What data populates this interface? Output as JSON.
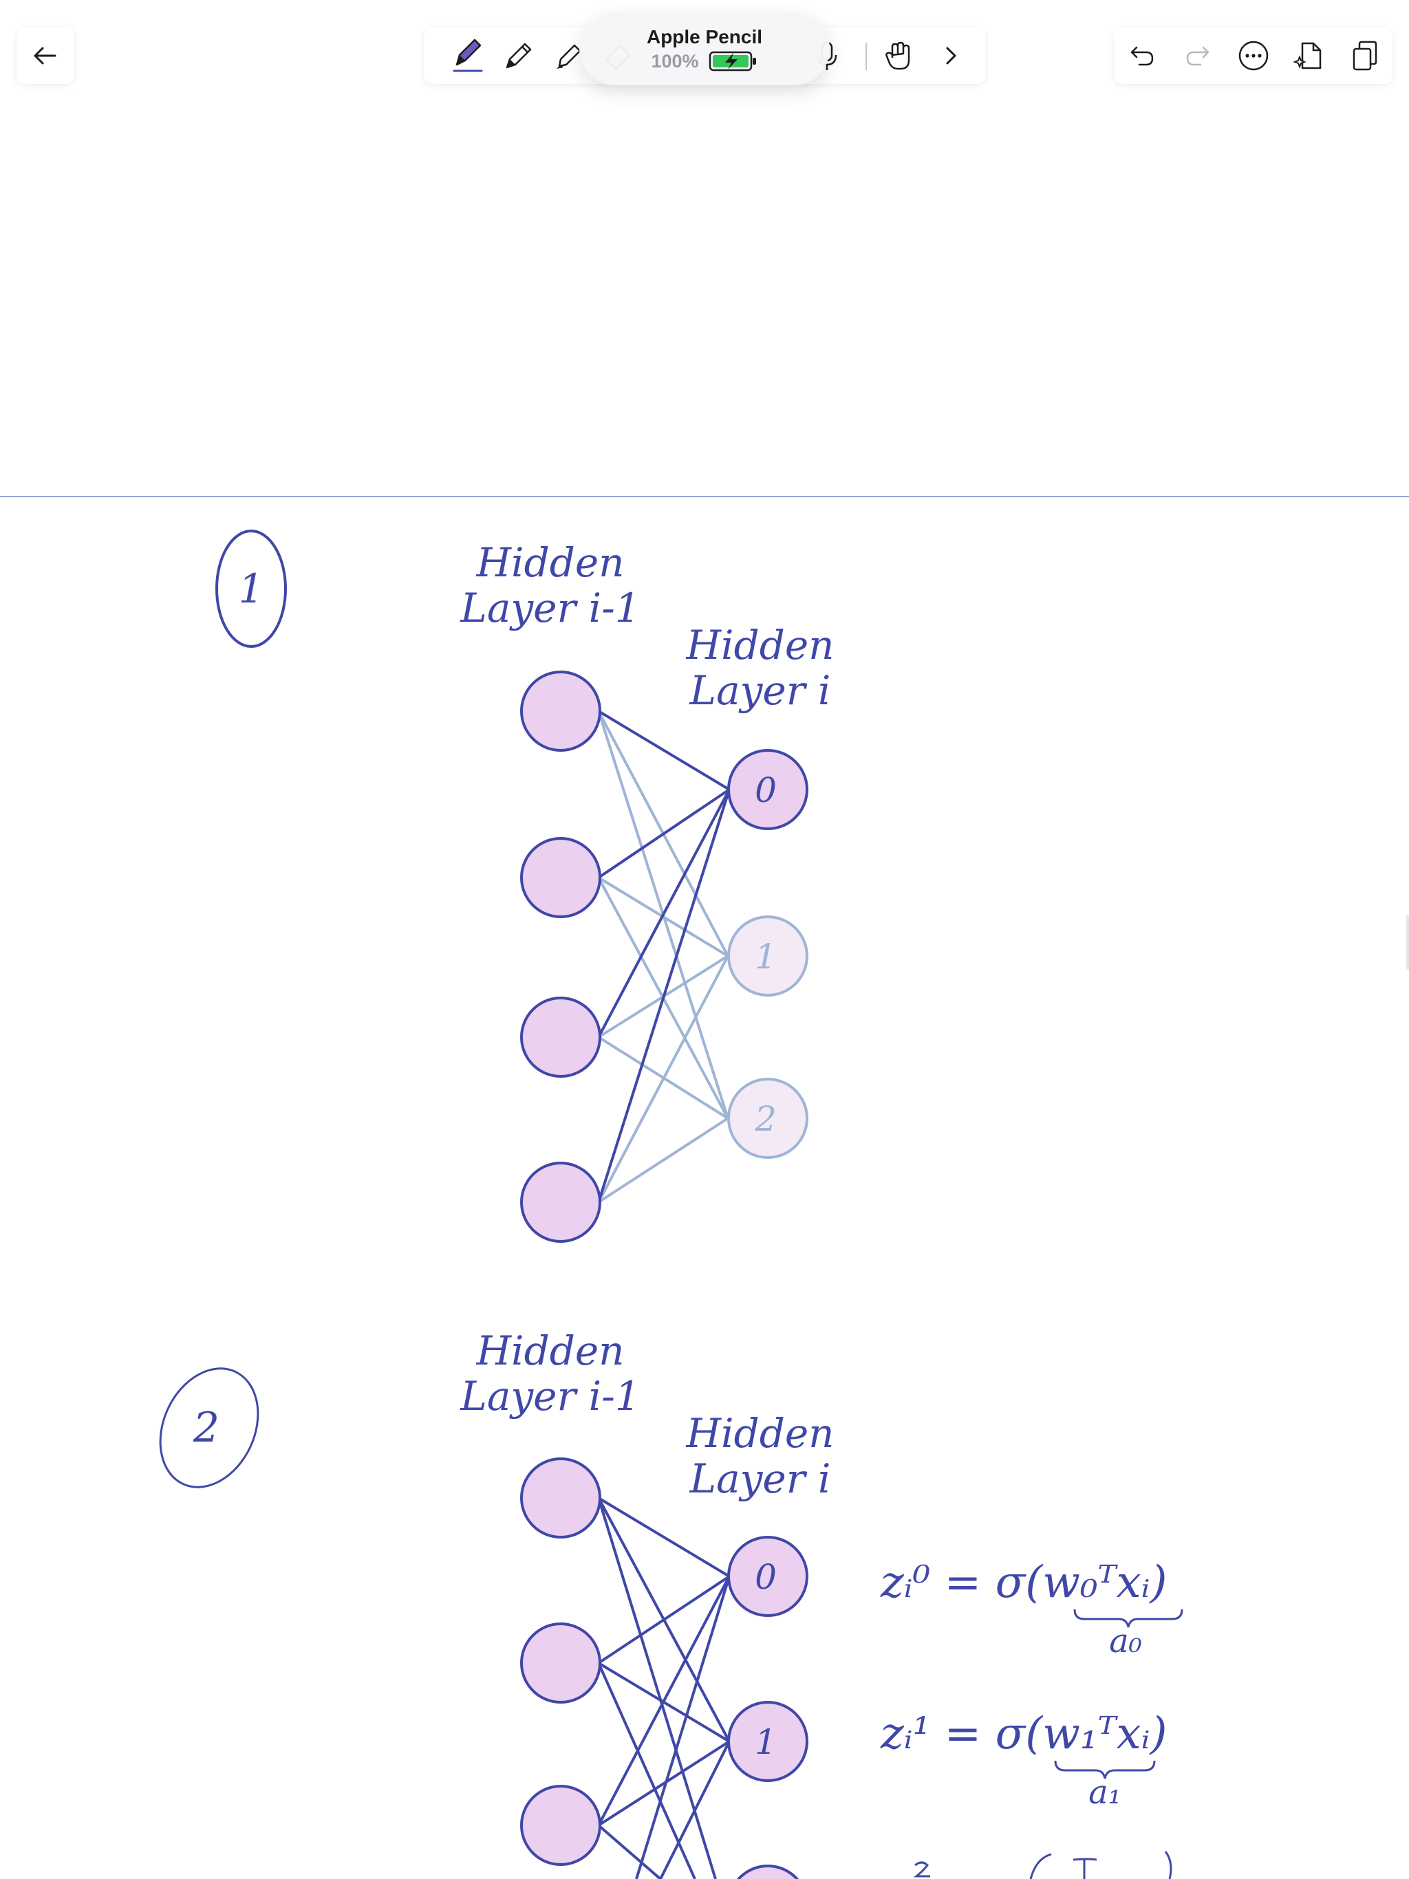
{
  "pencil_status": {
    "title": "Apple Pencil",
    "battery": "100%",
    "battery_color": "#34c759"
  },
  "toolbar": {
    "back_icon": "arrow-left-icon",
    "tools": [
      "pen-icon",
      "pencil-icon",
      "highlighter-icon",
      "eraser-icon",
      "lasso-icon",
      "add-icon",
      "microphone-icon",
      "hand-touch-icon",
      "chevron-right-icon"
    ],
    "right": [
      "undo-icon",
      "redo-icon",
      "more-icon",
      "sparkle-page-icon",
      "pages-icon"
    ]
  },
  "colors": {
    "ink": "#3f48a8",
    "node_fill": "#ecd0f0",
    "faded_ink": "#9fb5d6",
    "faded_fill": "#f4eaf6",
    "divider": "#9aa5d8"
  },
  "notes": {
    "section1": {
      "number": "1",
      "label_prev_1": "Hidden",
      "label_prev_2": "Layer i-1",
      "label_cur_1": "Hidden",
      "label_cur_2": "Layer i",
      "node0": "0",
      "node1": "1",
      "node2": "2"
    },
    "section2": {
      "number": "2",
      "label_prev_1": "Hidden",
      "label_prev_2": "Layer i-1",
      "label_cur_1": "Hidden",
      "label_cur_2": "Layer i",
      "node0": "0",
      "node1": "1",
      "eq0": "zᵢ⁰ = σ(w₀ᵀxᵢ)",
      "eq0_brace": "a₀",
      "eq1": "zᵢ¹ = σ(w₁ᵀxᵢ)",
      "eq1_brace": "a₁"
    }
  }
}
